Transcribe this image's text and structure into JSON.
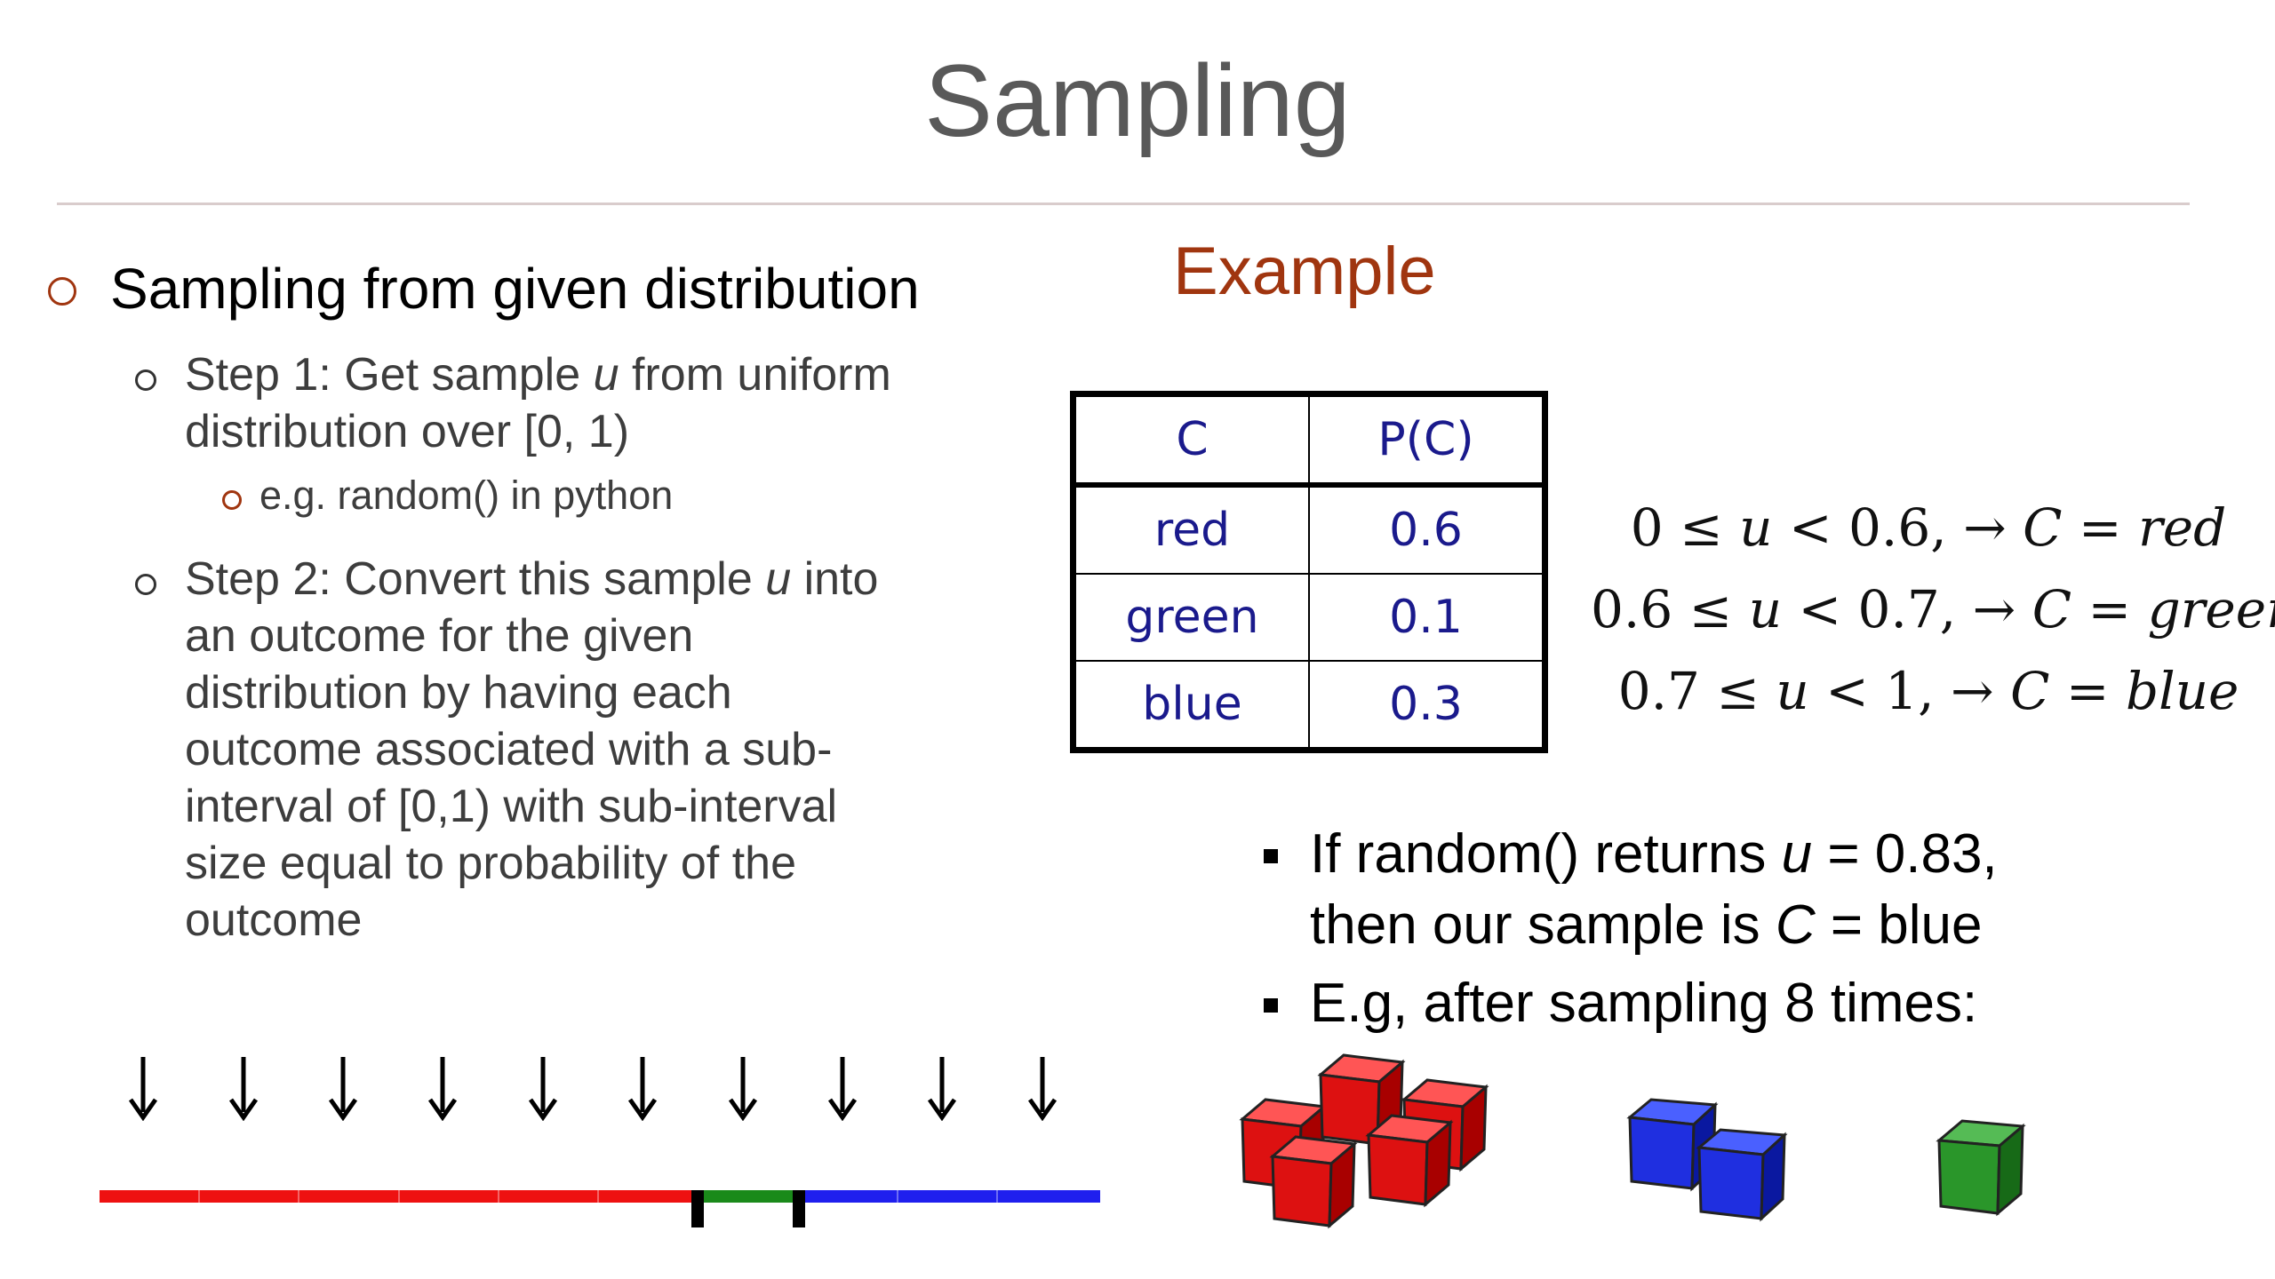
{
  "title": "Sampling",
  "left": {
    "main_bullet": "Sampling from given distribution",
    "step1": {
      "line1_pre": "Step 1: Get sample ",
      "line1_var": "u",
      "line1_post": " from uniform",
      "line2": "distribution over [0, 1)",
      "sub": "e.g. random() in python"
    },
    "step2": {
      "line1_pre": "Step 2: Convert this sample ",
      "line1_var": "u",
      "line1_post": " into",
      "lines": [
        "an outcome for the given",
        "distribution by having each",
        "outcome associated with a sub-",
        "interval of [0,1) with sub-interval",
        "size equal to probability of the",
        "outcome"
      ]
    }
  },
  "example": {
    "heading": "Example",
    "table": {
      "headers": [
        "C",
        "P(C)"
      ],
      "rows": [
        [
          "red",
          "0.6"
        ],
        [
          "green",
          "0.1"
        ],
        [
          "blue",
          "0.3"
        ]
      ]
    },
    "equations": [
      {
        "lhs": "0 ≤ ",
        "var": "u",
        "mid": " < 0.6, → ",
        "cvar": "C",
        "eq": " = ",
        "val": "red"
      },
      {
        "lhs": "0.6 ≤ ",
        "var": "u",
        "mid": " < 0.7, → ",
        "cvar": "C",
        "eq": " = ",
        "val": "green"
      },
      {
        "lhs": "0.7 ≤ ",
        "var": "u",
        "mid": " < 1, → ",
        "cvar": "C",
        "eq": " = ",
        "val": "blue"
      }
    ],
    "result": {
      "line1_pre": "If random() returns ",
      "line1_var": "u",
      "line1_post": " = 0.83,",
      "line2_pre": "then our sample is ",
      "line2_var": "C",
      "line2_post": " = blue"
    },
    "after_sampling": "E.g, after sampling 8 times:"
  },
  "colors": {
    "red": "#ee1111",
    "green": "#1a8a1a",
    "blue": "#1f1fee",
    "accent": "#a0350f",
    "table_text": "#1a1a8c"
  },
  "icons": {
    "arrows": "down-arrow-icon",
    "cubes": "cube-icon"
  }
}
